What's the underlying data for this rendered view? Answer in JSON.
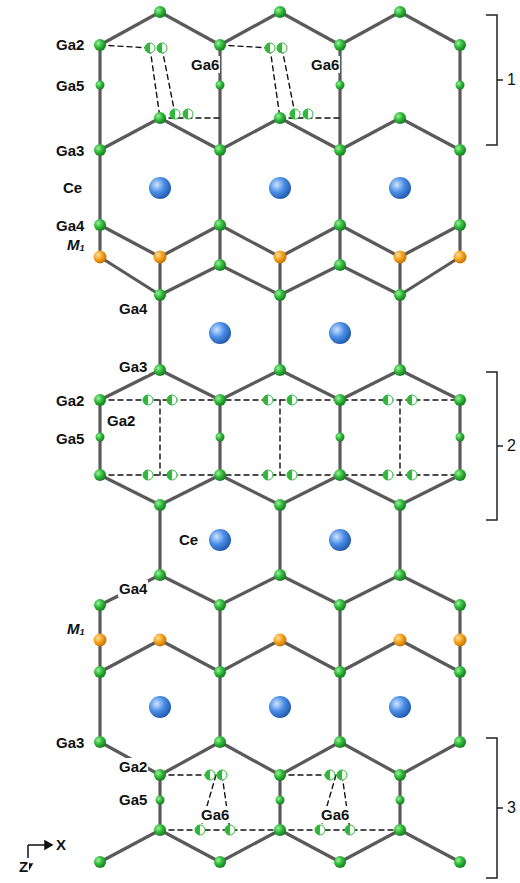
{
  "diagram": {
    "labels": [
      "Ga2",
      "Ga6",
      "Ga6",
      "1",
      "Ga5",
      "Ga3",
      "Ce",
      "Ga4",
      "M₁",
      "Ga4",
      "Ga3",
      "Ga2",
      "Ga2",
      "Ga5",
      "2",
      "Ce",
      "Ga4",
      "M₁",
      "Ga3",
      "Ga2",
      "Ga5",
      "3",
      "Ga6",
      "Ga6",
      "X",
      "Z"
    ]
  }
}
